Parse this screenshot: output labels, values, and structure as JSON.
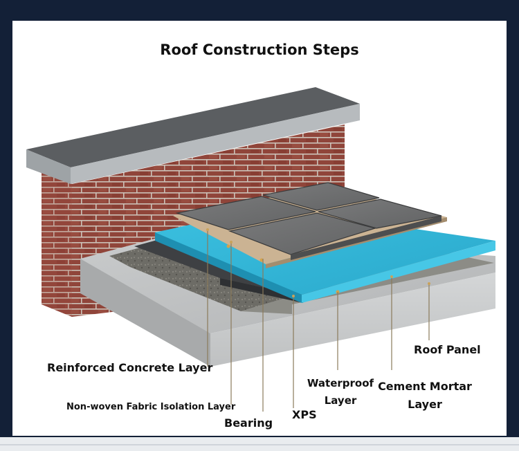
{
  "title": "Roof Construction Steps",
  "labels": {
    "roof_panel": "Roof Panel",
    "reinforced_concrete": "Reinforced Concrete Layer",
    "nonwoven_fabric": "Non-woven Fabric Isolation Layer",
    "bearing": "Bearing",
    "xps": "XPS",
    "waterproof_1": "Waterproof",
    "waterproof_2": "Layer",
    "cement_mortar_1": "Cement Mortar",
    "cement_mortar_2": "Layer"
  },
  "colors": {
    "background": "#132037",
    "brick": "#9a4a3e",
    "mortar_line": "#d9cfc4",
    "coping": "#9ea3a6",
    "slab": "#bfc1c2",
    "xps": "#35b6d8",
    "tiles": "#6e6f70",
    "leader": "#8a7a5a"
  }
}
